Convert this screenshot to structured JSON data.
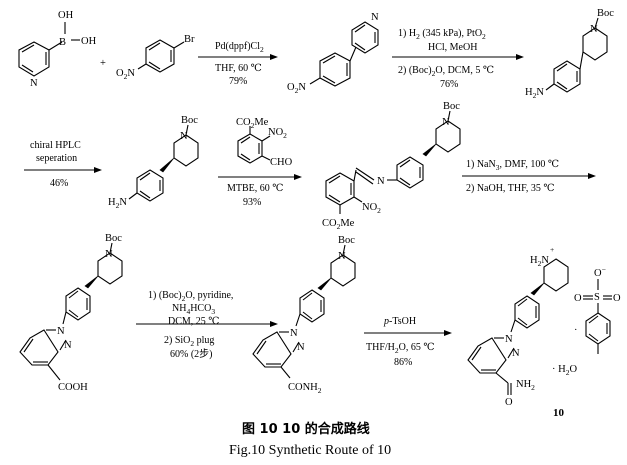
{
  "steps": {
    "s1": {
      "l1": "Pd(dppf)Cl",
      "l1_sub": "2",
      "l2": "THF, 60 ℃",
      "l3": "79%"
    },
    "s2": {
      "l1a": "1) H",
      "l1a_sub": "2",
      "l1b": " (345 kPa), PtO",
      "l1b_sub": "2",
      "l2": "HCl, MeOH",
      "l3a": "2) (Boc)",
      "l3a_sub": "2",
      "l3b": "O, DCM, 5 ℃",
      "l4": "76%"
    },
    "s3": {
      "l1": "chiral  HPLC",
      "l2": "seperation",
      "l3": "46%"
    },
    "s4": {
      "l1": "MTBE, 60 ℃",
      "l2": "93%"
    },
    "s5": {
      "l1a": "1) NaN",
      "l1a_sub": "3",
      "l1b": ", DMF, 100  ℃",
      "l2": "2) NaOH, THF, 35 ℃"
    },
    "s6": {
      "l1a": "1) (Boc)",
      "l1a_sub": "2",
      "l1b": "O, pyridine,",
      "l2a": "NH",
      "l2a_sub": "4",
      "l2b": "HCO",
      "l2b_sub": "3",
      "l3": "DCM, 25 ℃",
      "l4a": "2) SiO",
      "l4a_sub": "2",
      "l4b": " plug",
      "l5": "60% (2步)"
    },
    "s7": {
      "l1a": "p",
      "l1b": "-TsOH",
      "l2a": "THF/H",
      "l2a_sub": "2",
      "l2b": "O, 65 ℃",
      "l3": "86%"
    }
  },
  "atoms": {
    "B": "B",
    "OH": "OH",
    "N": "N",
    "plus": "+",
    "Br": "Br",
    "O2N": "O",
    "O2N_sub": "2",
    "O2N_N": "N",
    "Boc": "Boc",
    "H2N_H": "H",
    "H2N_sub": "2",
    "H2N_N": "N",
    "CO2Me_a": "CO",
    "CO2Me_sub": "2",
    "CO2Me_b": "Me",
    "NO2": "NO",
    "NO2_sub": "2",
    "CHO": "CHO",
    "COOH": "COOH",
    "CONH2_a": "CONH",
    "CONH2_sub": "2",
    "NH2": "NH",
    "NH2_sub": "2",
    "O": "O",
    "H2N_plus": "+",
    "S": "S",
    "O_minus": "O",
    "minus": "−",
    "dot": "·",
    "H2O_a": "· H",
    "H2O_sub": "2",
    "H2O_b": "O"
  },
  "compound_label": "10",
  "caption": {
    "cn": "图 10   10 的合成路线",
    "en": "Fig.10   Synthetic Route of 10"
  }
}
